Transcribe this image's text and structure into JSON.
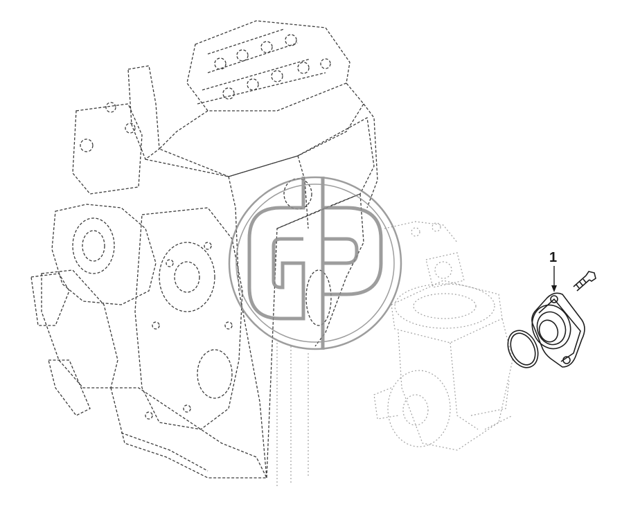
{
  "diagram": {
    "callouts": [
      {
        "label": "1",
        "target": "pump-cover-flange"
      }
    ],
    "watermark": "GP",
    "colors": {
      "line": "#3a3a3a",
      "faint": "#9a9a9a",
      "watermark": "#8c8c8c"
    }
  }
}
